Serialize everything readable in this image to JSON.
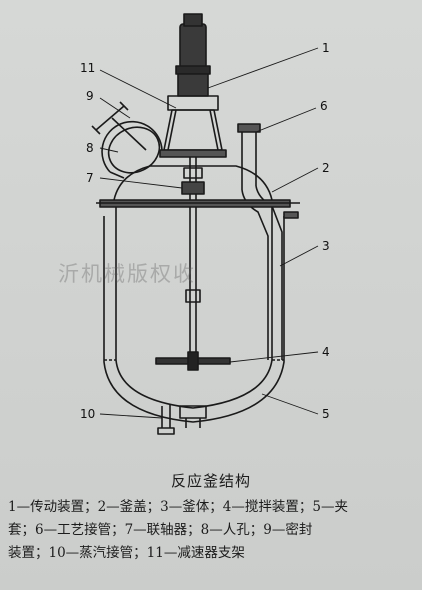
{
  "figure": {
    "labels": [
      "1",
      "2",
      "3",
      "4",
      "5",
      "6",
      "7",
      "8",
      "9",
      "10",
      "11"
    ],
    "title": "反应釜结构",
    "legend_lines": [
      "1—传动装置；2—釜盖；3—釜体；4—搅拌装置；5—夹",
      "套；6—工艺接管；7—联轴器；8—人孔；9—密封",
      "装置；10—蒸汽接管；11—减速器支架"
    ],
    "watermark": "沂机械版权收"
  }
}
